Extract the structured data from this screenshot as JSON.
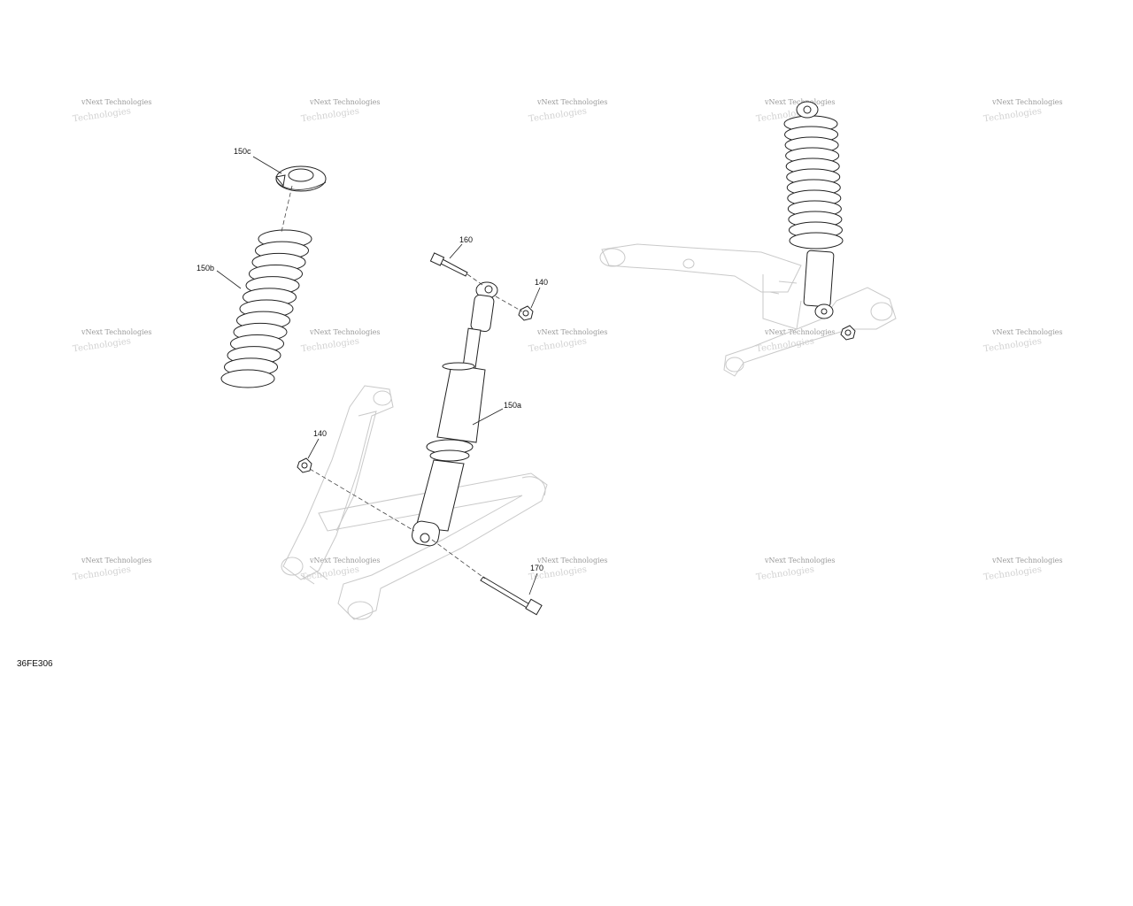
{
  "figure_code": "36FE306",
  "watermark_text": "vNext Technologies",
  "callouts": {
    "c150c": "150c",
    "c150b": "150b",
    "c160": "160",
    "c140a": "140",
    "c150a": "150a",
    "c140b": "140",
    "c170": "170"
  },
  "colors": {
    "line": "#222222",
    "ghost": "#c9c9c9",
    "watermark": "#9a9a9a"
  }
}
